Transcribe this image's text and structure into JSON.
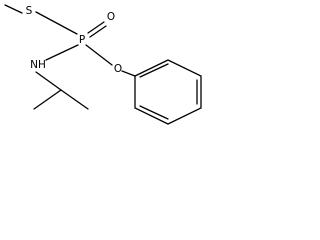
{
  "molecule": {
    "atoms": {
      "sulfur": "S",
      "phosphorus": "P",
      "oxygen_double": "O",
      "oxygen_ester": "O",
      "nitrogen": "NH"
    },
    "colors": {
      "bond": "#000000",
      "text": "#000000",
      "background": "#ffffff"
    }
  }
}
